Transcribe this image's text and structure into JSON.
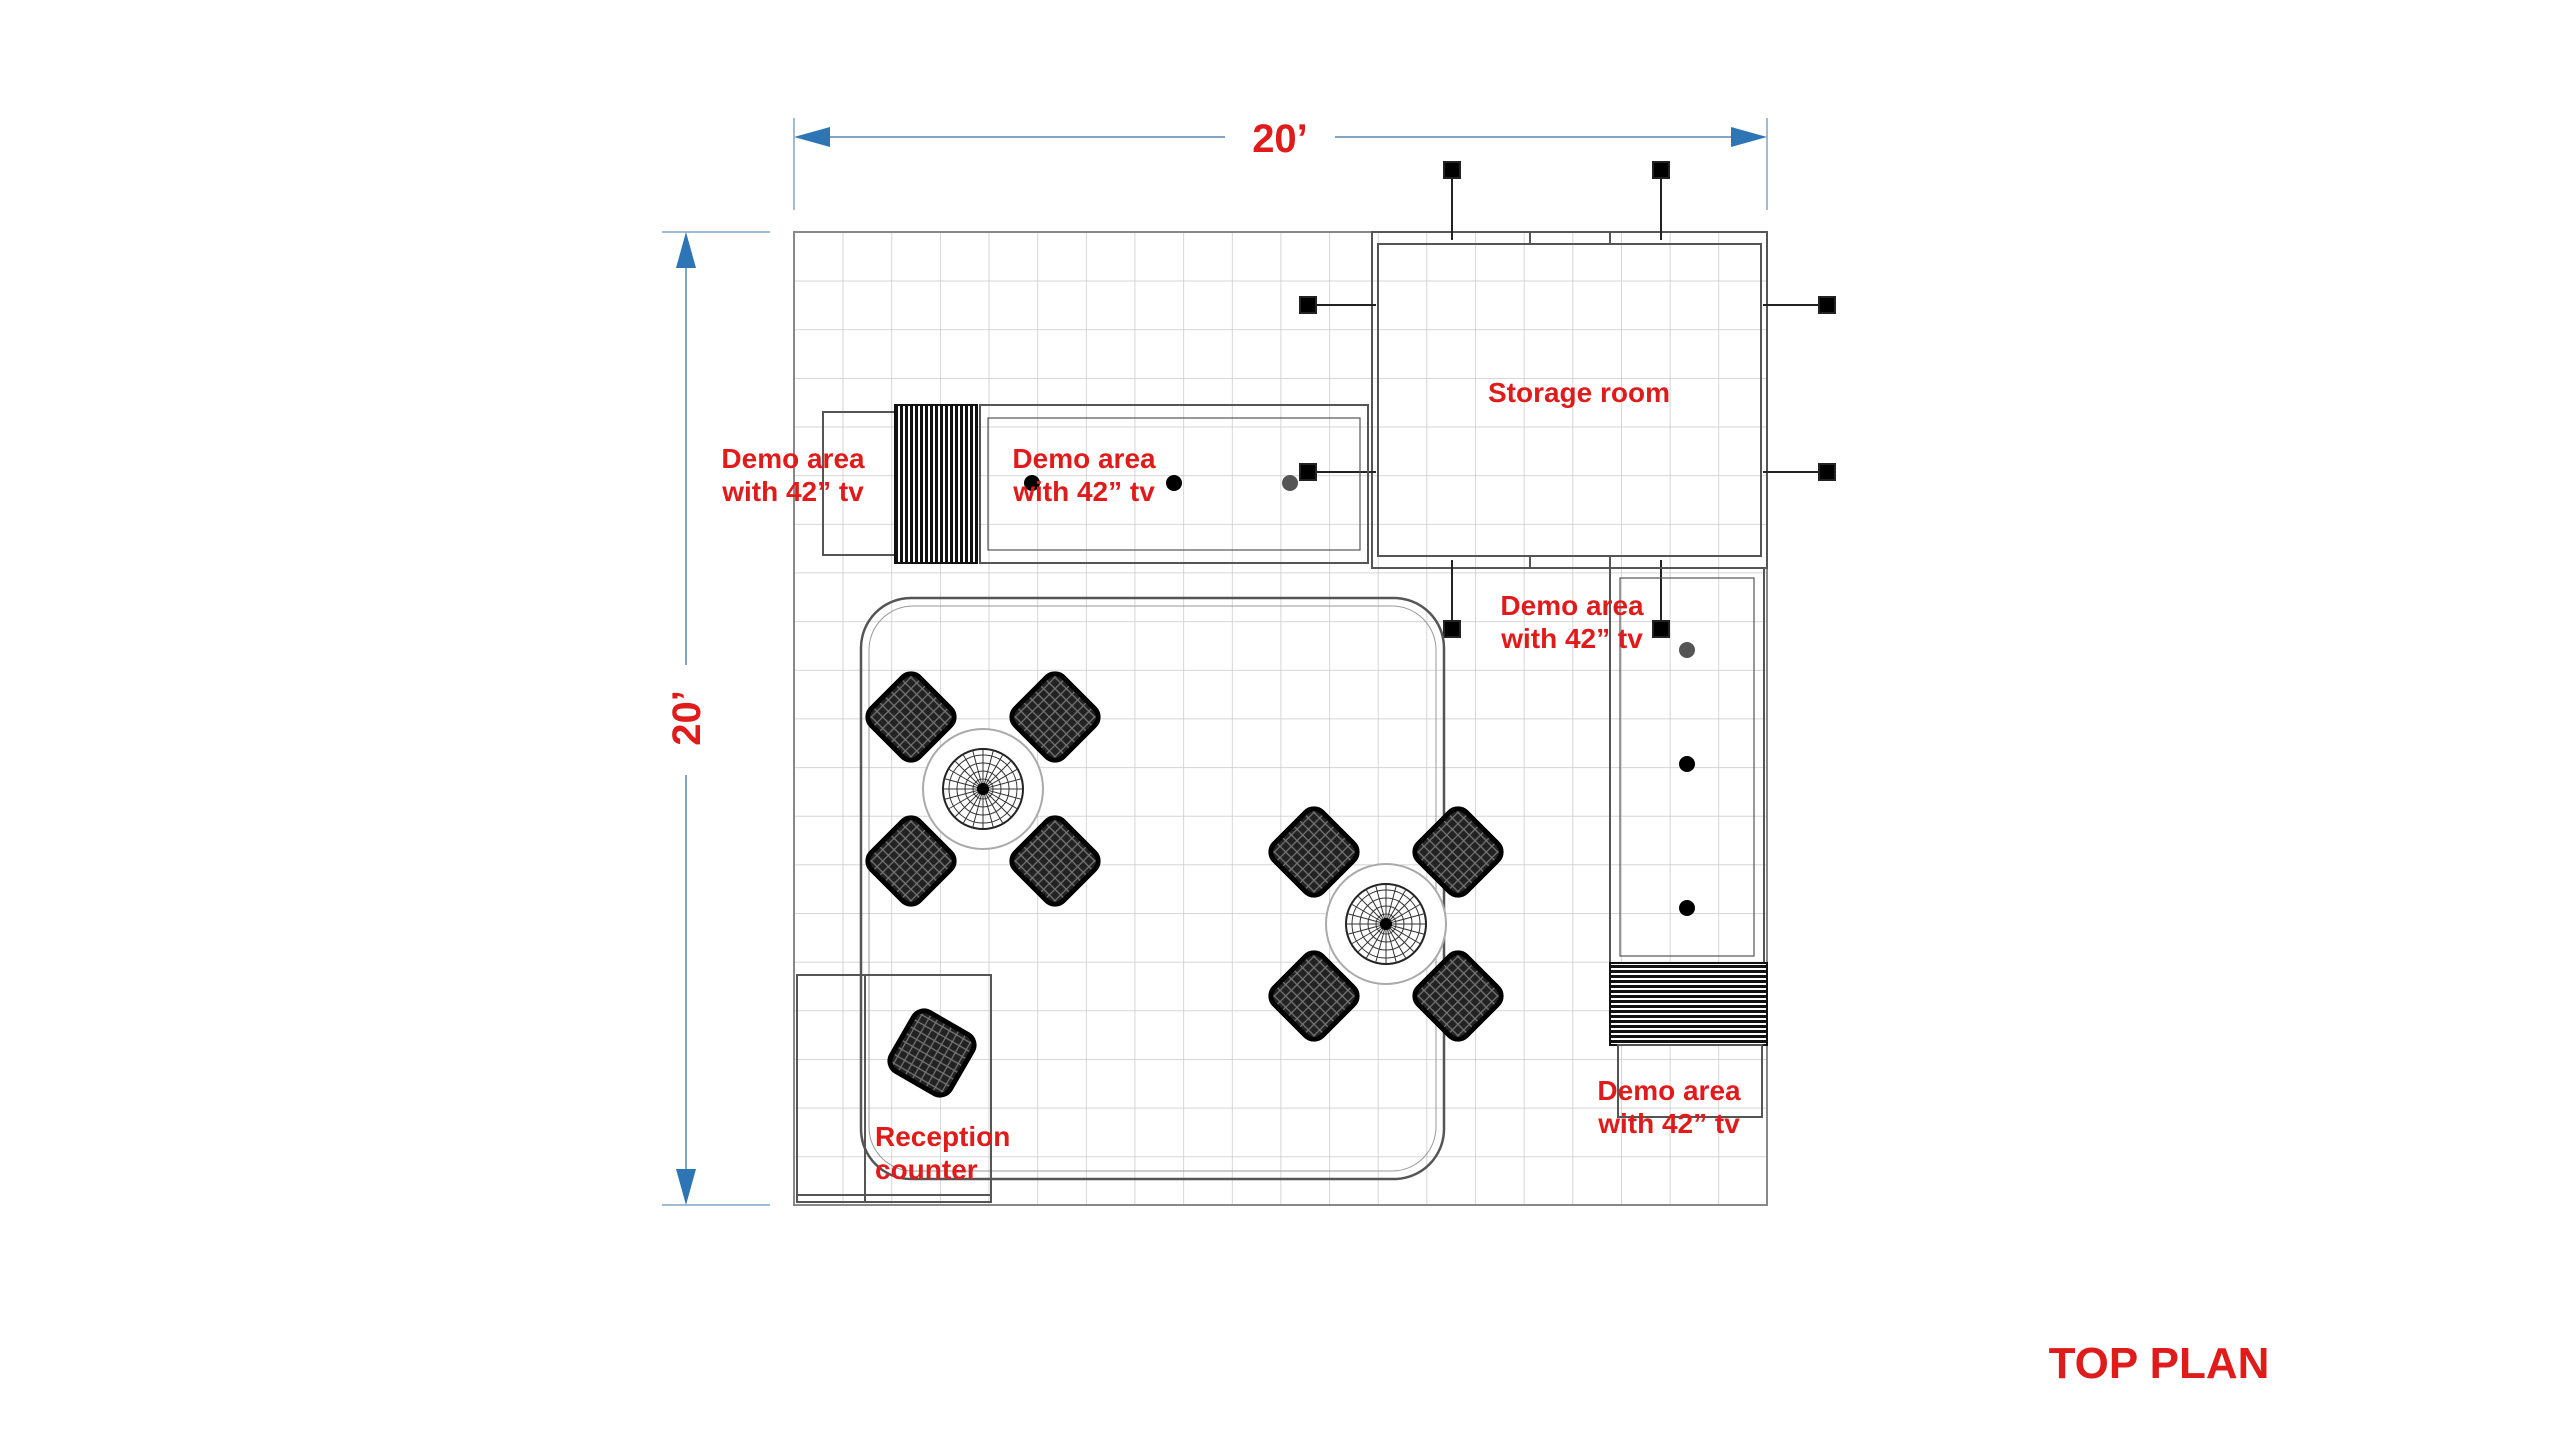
{
  "plan": {
    "title": "TOP PLAN",
    "width_dimension": "20’",
    "depth_dimension": "20’",
    "areas": {
      "storage": "Storage room",
      "demo_left_outer": [
        "Demo area",
        "with 42” tv"
      ],
      "demo_left_inner": [
        "Demo area",
        "with 42” tv"
      ],
      "demo_right_top": [
        "Demo area",
        "with 42” tv"
      ],
      "demo_right_bottom": [
        "Demo area",
        "with 42” tv"
      ],
      "reception": [
        "Reception",
        "counter"
      ]
    }
  },
  "colors": {
    "label": "#e01b1b",
    "dimension": "#2e75b6",
    "grid": "#c8c8c8",
    "lines": "#333333"
  }
}
